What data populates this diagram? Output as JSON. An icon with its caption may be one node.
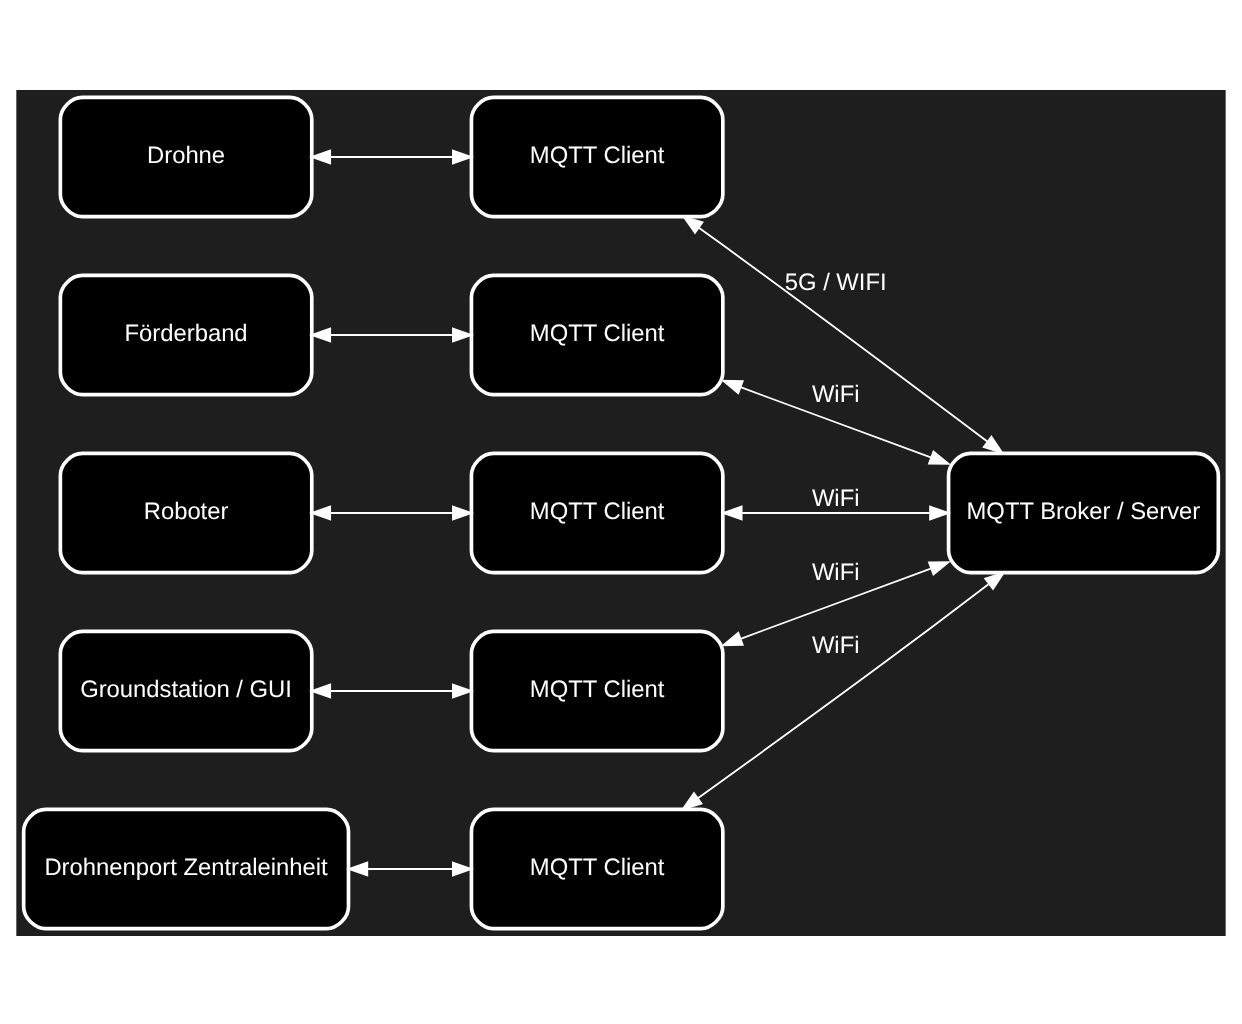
{
  "diagram": {
    "nodes": [
      {
        "text": [
          "Drohne"
        ]
      },
      {
        "text": [
          "MQTT Client"
        ]
      },
      {
        "text": [
          "Förderband"
        ]
      },
      {
        "text": [
          "MQTT Client"
        ]
      },
      {
        "text": [
          "Roboter"
        ]
      },
      {
        "text": [
          "MQTT Client"
        ]
      },
      {
        "text": [
          "Groundstation / GUI"
        ]
      },
      {
        "text": [
          "MQTT Client"
        ]
      },
      {
        "text": [
          "Drohnenport Zentraleinheit"
        ]
      },
      {
        "text": [
          "MQTT Client"
        ]
      },
      {
        "text": [
          "MQTT Broker / Server"
        ]
      }
    ],
    "edges": [
      {
        "from": 0,
        "to": 1,
        "arrow": "both"
      },
      {
        "from": 2,
        "to": 3,
        "arrow": "both"
      },
      {
        "from": 4,
        "to": 5,
        "arrow": "both"
      },
      {
        "from": 6,
        "to": 7,
        "arrow": "both"
      },
      {
        "from": 8,
        "to": 9,
        "arrow": "both"
      },
      {
        "from": 1,
        "to": 10,
        "arrow": "both",
        "label": "5G / WIFI"
      },
      {
        "from": 3,
        "to": 10,
        "arrow": "both",
        "label": "WiFi"
      },
      {
        "from": 5,
        "to": 10,
        "arrow": "both",
        "label": "WiFi"
      },
      {
        "from": 7,
        "to": 10,
        "arrow": "both",
        "label": "WiFi"
      },
      {
        "from": 9,
        "to": 10,
        "arrow": "both",
        "label": "WiFi"
      }
    ]
  }
}
